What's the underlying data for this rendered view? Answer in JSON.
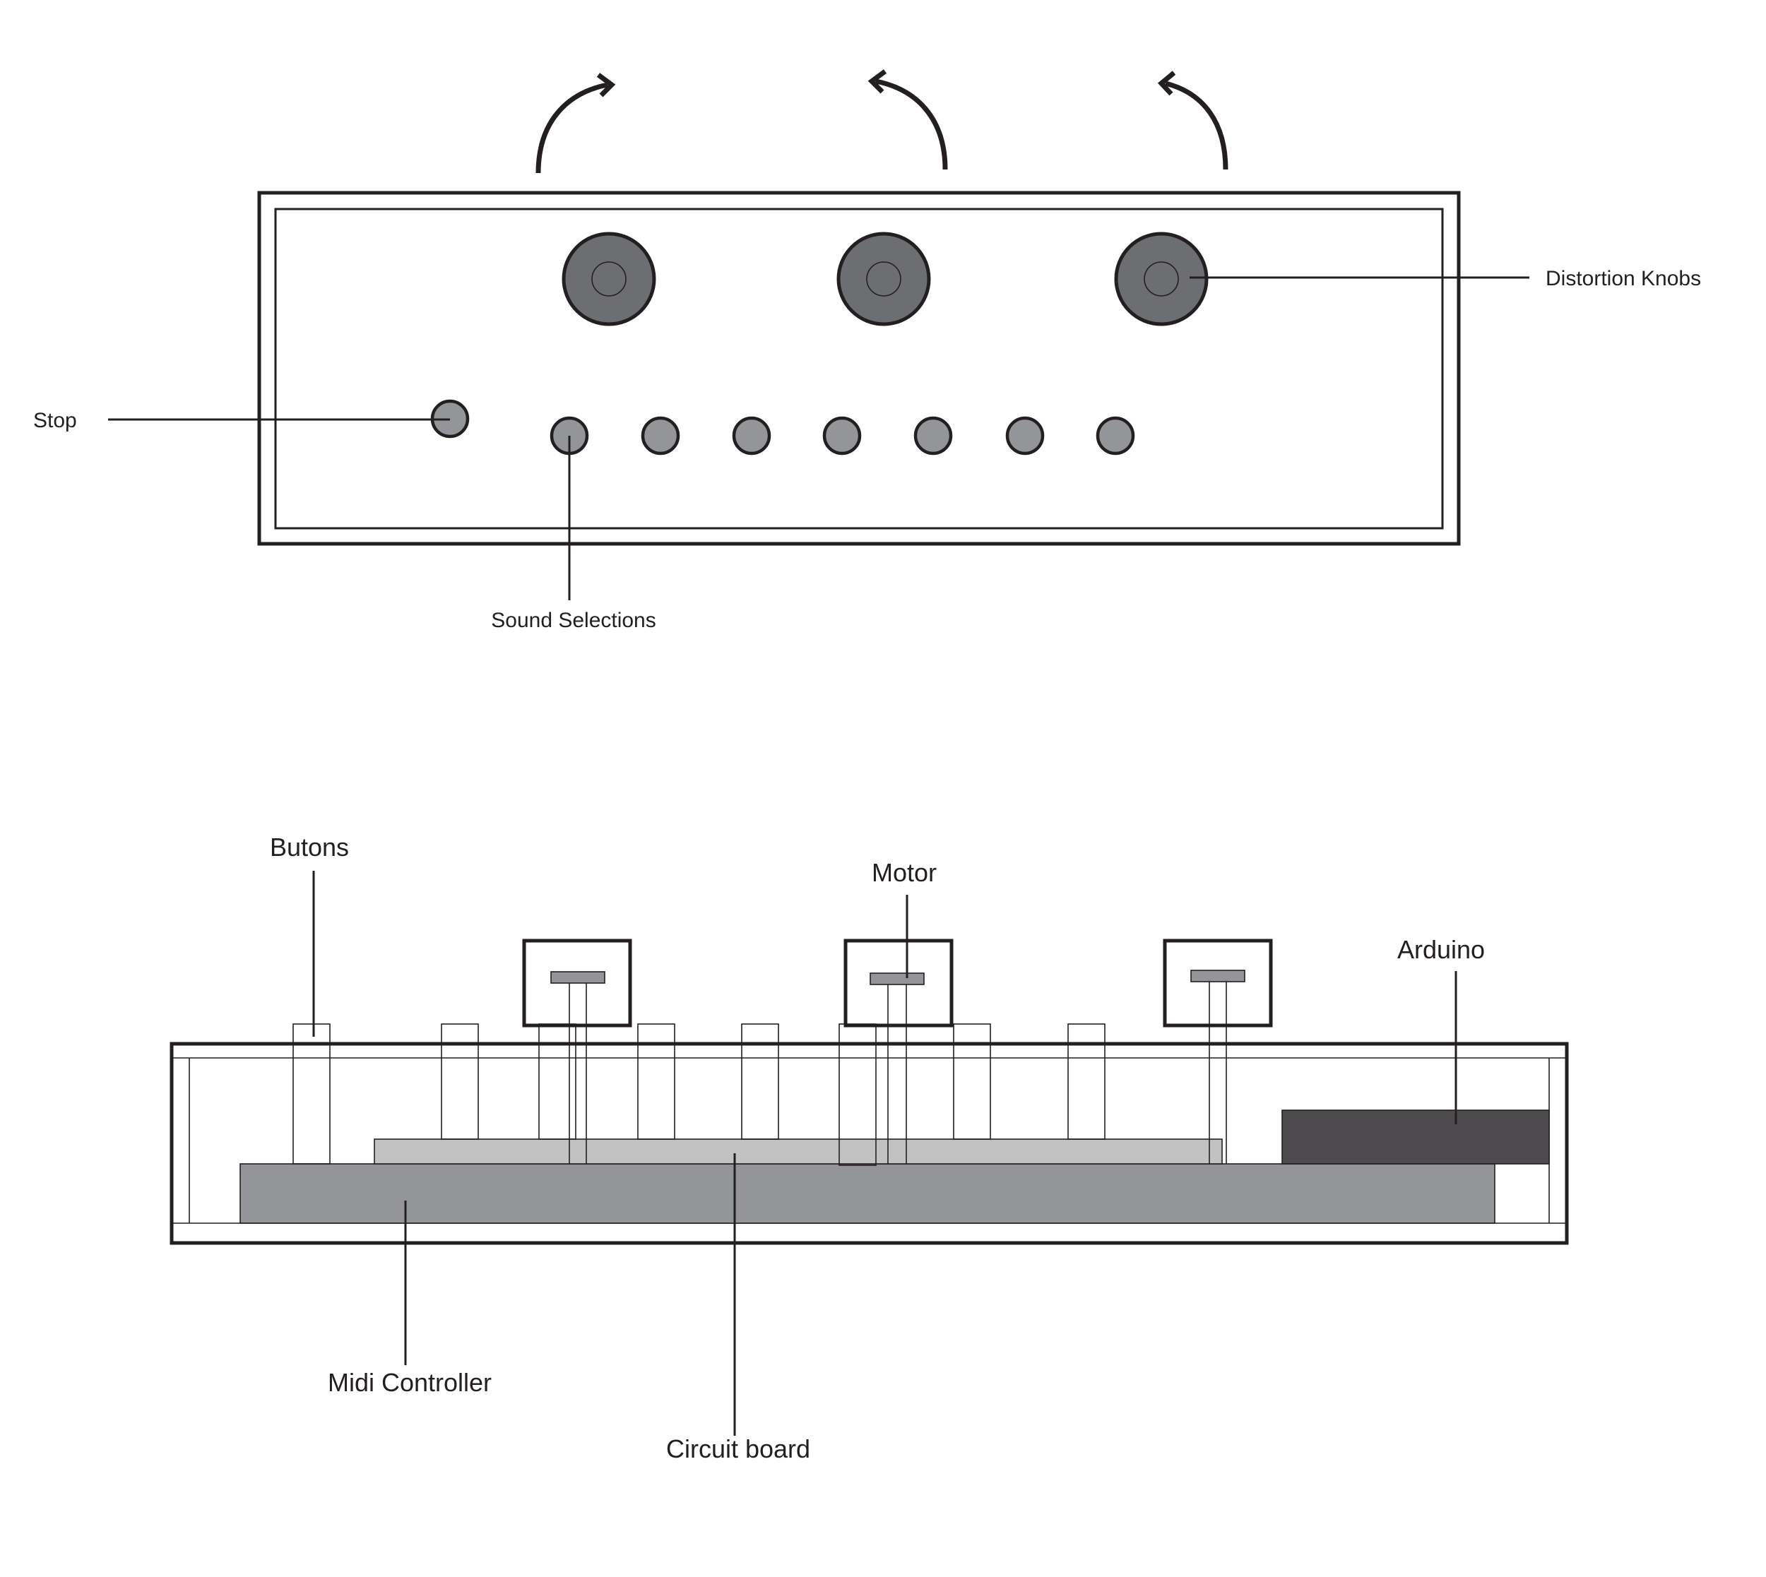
{
  "labels": {
    "distortion_knobs": "Distortion Knobs",
    "stop": "Stop",
    "sound_selections": "Sound Selections",
    "butons": "Butons",
    "motor": "Motor",
    "arduino": "Arduino",
    "midi_controller": "Midi Controller",
    "circuit_board": "Circuit board"
  },
  "colors": {
    "line": "#231f20",
    "knob_fill": "#6d6e71",
    "button_fill": "#939598",
    "midi_controller_fill": "#939598",
    "circuit_board_fill": "#c3c2c3",
    "arduino_fill": "#4d4b4e",
    "background": "#ffffff"
  },
  "counts": {
    "distortion_knobs": 3,
    "sound_selection_buttons": 7,
    "motors": 3
  }
}
